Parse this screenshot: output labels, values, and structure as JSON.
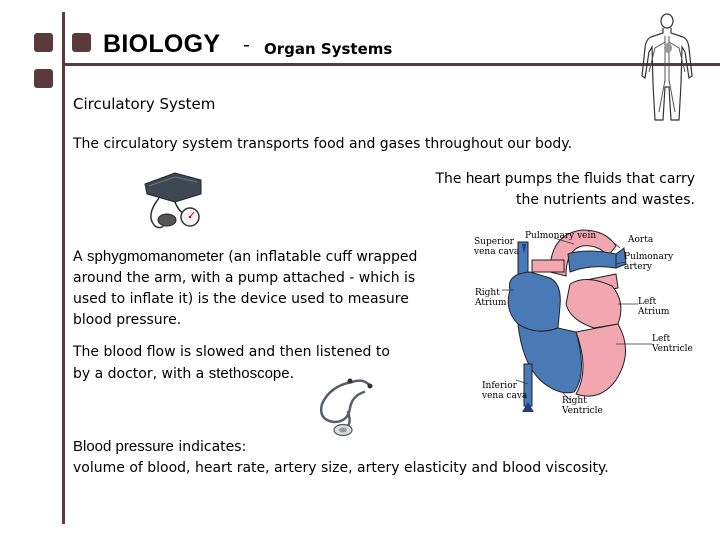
{
  "header": {
    "title": "BIOLOGY",
    "dash": "-",
    "subtitle": "Organ Systems"
  },
  "heading": "Circulatory System",
  "intro": "The circulatory system transports food and gases throughout our body.",
  "heart_text": {
    "pre": "The ",
    "emph": "heart",
    "post": " pumps the fluids that carry the nutrients and wastes."
  },
  "sphyg_text": {
    "pre": "A ",
    "emph": "sphygmomanometer",
    "post": " (an inflatable cuff wrapped around the arm, with a pump attached - which is used to inflate it) is the device used to measure blood pressure."
  },
  "flow_text": {
    "pre": "The blood flow is slowed and then listened to by a doctor, with a ",
    "emph": "stethoscope",
    "post": "."
  },
  "bp_text": {
    "emph": "Blood pressure",
    "mid": " indicates:",
    "line2": "volume of blood, heart rate, artery size, artery elasticity and blood viscosity."
  },
  "diagram_labels": {
    "pulmonary_vein": "Pulmonary vein",
    "aorta": "Aorta",
    "superior_vena_cava": [
      "Superior",
      "vena cava"
    ],
    "pulmonary_artery": [
      "Pulmonary",
      "artery"
    ],
    "right_atrium": [
      "Right",
      "Atrium"
    ],
    "left_atrium": [
      "Left",
      "Atrium"
    ],
    "left_ventricle": [
      "Left",
      "Ventricle"
    ],
    "inferior_vena_cava": [
      "Inferior",
      "vena cava"
    ],
    "right_ventricle": [
      "Right",
      "Ventricle"
    ]
  },
  "colors": {
    "accent": "#5a3a3a",
    "blood_blue": "#4a7ab5",
    "blood_pink": "#f2a6b0"
  },
  "icons": [
    "square-bullet-icon",
    "body-circulation-icon",
    "sphygmomanometer-icon",
    "heart-diagram-icon",
    "stethoscope-icon"
  ]
}
